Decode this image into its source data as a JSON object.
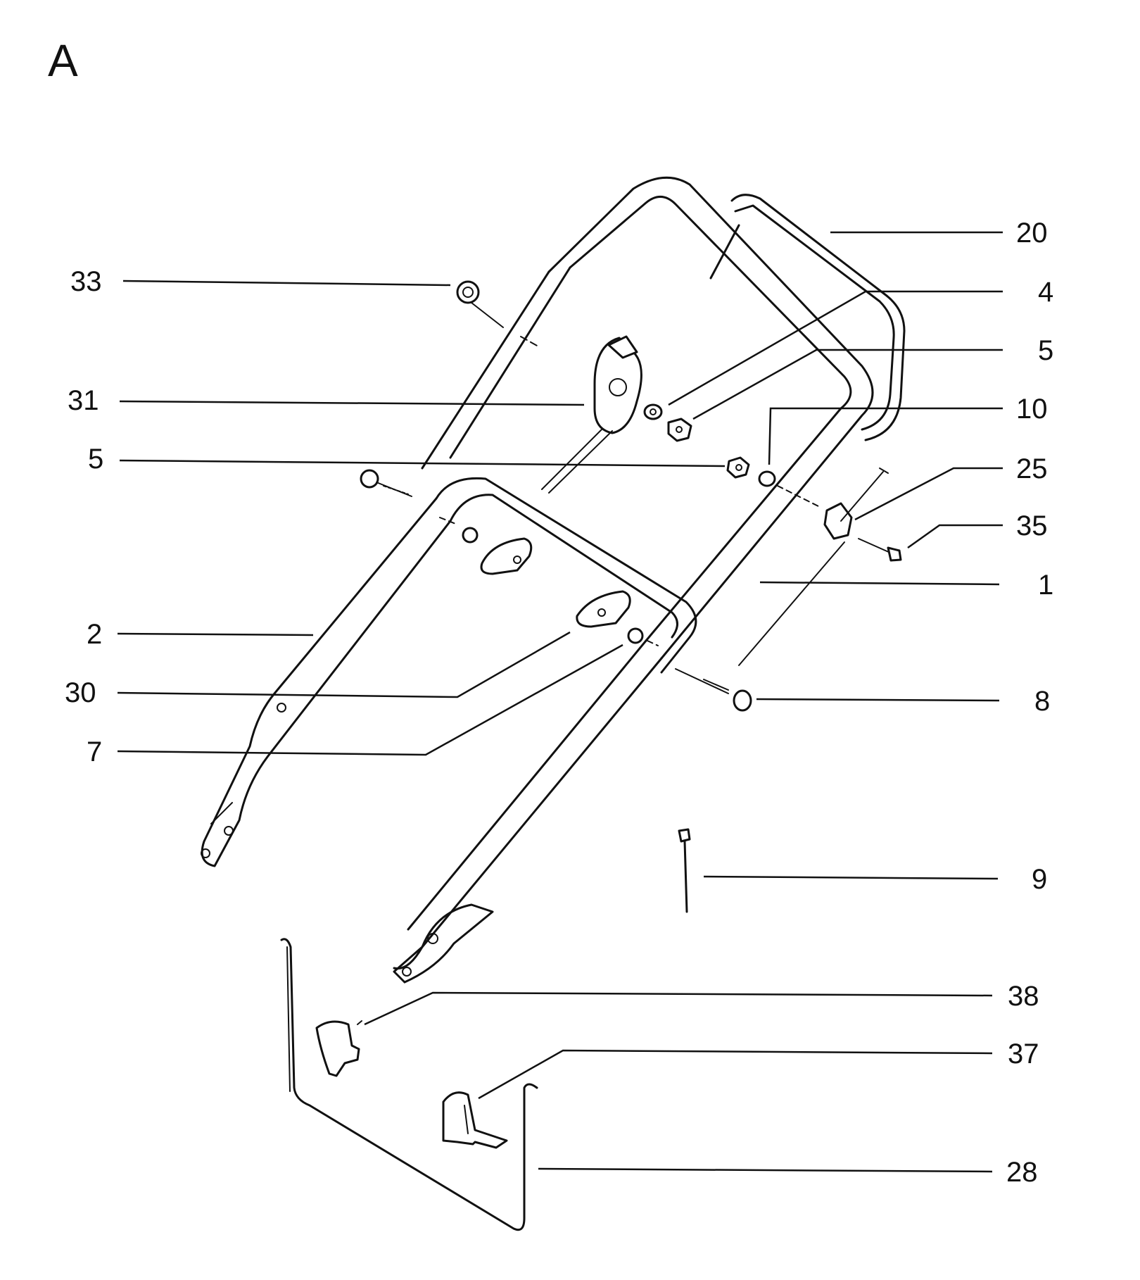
{
  "section_letter": "A",
  "callouts": [
    {
      "id": "callout-33",
      "label": "33"
    },
    {
      "id": "callout-31",
      "label": "31"
    },
    {
      "id": "callout-5-left",
      "label": "5"
    },
    {
      "id": "callout-2",
      "label": "2"
    },
    {
      "id": "callout-30",
      "label": "30"
    },
    {
      "id": "callout-7",
      "label": "7"
    },
    {
      "id": "callout-20",
      "label": "20"
    },
    {
      "id": "callout-4",
      "label": "4"
    },
    {
      "id": "callout-5-right",
      "label": "5"
    },
    {
      "id": "callout-10",
      "label": "10"
    },
    {
      "id": "callout-25",
      "label": "25"
    },
    {
      "id": "callout-35",
      "label": "35"
    },
    {
      "id": "callout-1",
      "label": "1"
    },
    {
      "id": "callout-8",
      "label": "8"
    },
    {
      "id": "callout-9",
      "label": "9"
    },
    {
      "id": "callout-38",
      "label": "38"
    },
    {
      "id": "callout-37",
      "label": "37"
    },
    {
      "id": "callout-28",
      "label": "28"
    }
  ]
}
